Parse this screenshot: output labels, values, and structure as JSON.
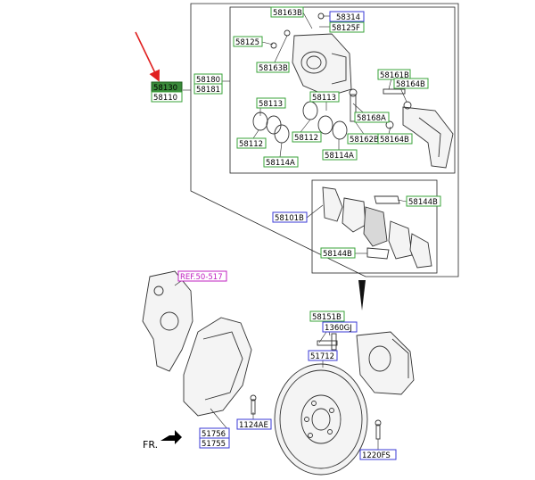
{
  "colors": {
    "group_border": "#3aa33a",
    "bolt_border": "#3a3ad6",
    "ref_border": "#c020c0",
    "ref_text": "#c020c0",
    "highlight_fill": "#3a8a3a",
    "arrow": "#e02020"
  },
  "labels": {
    "main_top": "58130",
    "main_bottom": "58110",
    "p58163B_top": "58163B",
    "p58314": "58314",
    "p58125F": "58125F",
    "p58125": "58125",
    "p58163B_mid": "58163B",
    "p58180": "58180",
    "p58181": "58181",
    "p58161B": "58161B",
    "p58164B_top": "58164B",
    "p58113_right": "58113",
    "p58113_left": "58113",
    "p58168A": "58168A",
    "p58162B": "58162B",
    "p58164B_bottom": "58164B",
    "p58112_left": "58112",
    "p58112_right": "58112",
    "p58114A_left": "58114A",
    "p58114A_right": "58114A",
    "p58144B_top": "58144B",
    "p58101B": "58101B",
    "p58144B_bottom": "58144B",
    "ref": "REF.50-517",
    "p58151B": "58151B",
    "p1360GJ": "1360GJ",
    "p51712": "51712",
    "p1124AE": "1124AE",
    "p51756": "51756",
    "p51755": "51755",
    "p1220FS": "1220FS",
    "fr": "FR."
  },
  "icons": {
    "pointer": "red-arrow-icon",
    "direction": "forward-arrow-icon"
  }
}
